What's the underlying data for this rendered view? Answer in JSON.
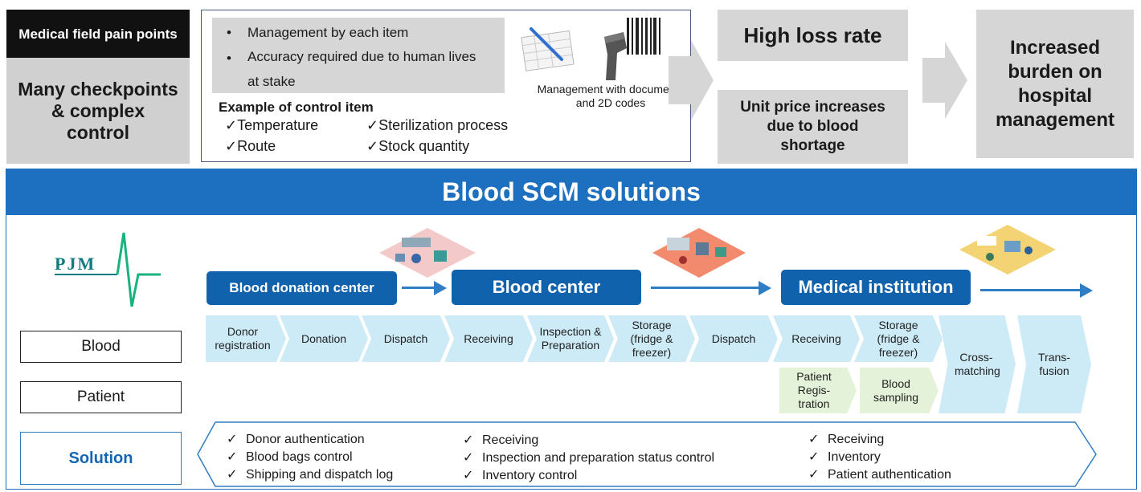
{
  "pain": {
    "header": "Medical field pain points",
    "main": "Many checkpoints & complex control"
  },
  "management": {
    "bullets": [
      "Management by each item",
      "Accuracy required due to human lives at stake"
    ],
    "example_title": "Example of control item",
    "check_mark": "✓",
    "control_items": [
      "Temperature",
      "Sterilization process",
      "Route",
      "Stock quantity"
    ],
    "caption": "Management with documents and 2D codes",
    "icons": [
      "document-pen-icon",
      "barcode-scanner-icon"
    ]
  },
  "effects": {
    "loss": "High loss rate",
    "price": "Unit price increases due to blood shortage",
    "burden": "Increased burden on hospital management"
  },
  "scm": {
    "title": "Blood SCM solutions",
    "logo": "PJM",
    "stages": [
      "Blood donation center",
      "Blood center",
      "Medical institution"
    ],
    "row_labels": [
      "Blood",
      "Patient",
      "Solution"
    ],
    "steps": [
      "Donor registration",
      "Donation",
      "Dispatch",
      "Receiving",
      "Inspection & Preparation",
      "Storage (fridge & freezer)",
      "Dispatch",
      "Receiving",
      "Storage (fridge & freezer)",
      "Cross-matching",
      "Trans-fusion"
    ],
    "patient_steps": [
      "Patient Regis-tration",
      "Blood sampling"
    ],
    "solutions": [
      [
        "Donor authentication",
        "Blood bags control",
        "Shipping and dispatch log"
      ],
      [
        "Receiving",
        "Inspection and preparation status control",
        "Inventory control"
      ],
      [
        "Receiving",
        "Inventory",
        "Patient authentication"
      ]
    ]
  },
  "colors": {
    "primary_blue": "#1d6fbf",
    "stage_blue": "#1162ad",
    "step_fill": "#ccebf7",
    "patient_fill": "#e3f2d8",
    "grey_box": "#d6d6d6",
    "logo_teal": "#0d7c80"
  }
}
